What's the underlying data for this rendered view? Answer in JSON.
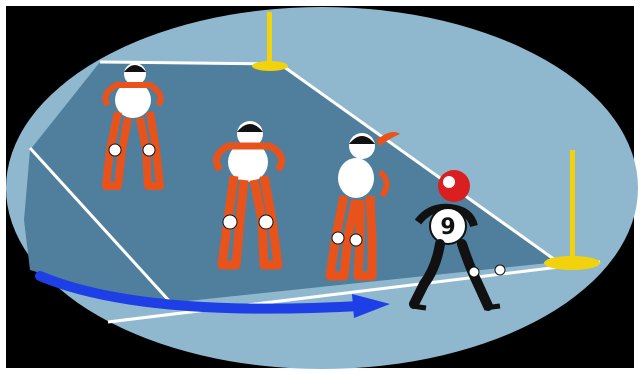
{
  "scene": {
    "description_visible_text": "",
    "colors": {
      "background": "#000000",
      "frame": "#ffffff",
      "oval_outer": "#8fb8cf",
      "court": "#4f7f9c",
      "court_lines": "#ffffff",
      "team_orange": "#e8531b",
      "team_black": "#111111",
      "accent_red": "#d91f1f",
      "pole_yellow": "#f2d20d",
      "arrow_blue": "#1e3fe6"
    },
    "players": {
      "defender_number": "9"
    },
    "icons": [
      "player-figure",
      "yellow-pole",
      "blue-arrow"
    ]
  }
}
